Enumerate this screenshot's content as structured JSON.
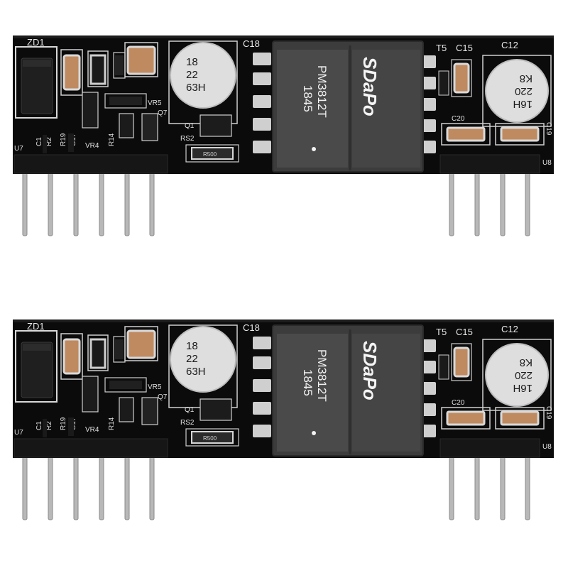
{
  "modules": [
    {
      "labels": {
        "zd1": "ZD1",
        "c18": "C18",
        "t5": "T5",
        "c15": "C15",
        "c12": "C12",
        "vr5": "VR5",
        "q7": "Q7",
        "q1": "Q1",
        "rs2": "RS2",
        "u7": "U7",
        "c1": "C1",
        "r2": "R2",
        "r19": "R19",
        "c17": "C17",
        "vr4": "VR4",
        "r14": "R14",
        "c20": "C20",
        "c19": "C19",
        "u8": "U8"
      },
      "cap_left": {
        "line1": "18",
        "line2": "22",
        "line3": "63H"
      },
      "cap_right": {
        "line1": "16H",
        "line2": "220",
        "line3": "K8"
      },
      "transformer": {
        "brand": "SDaPo",
        "model": "PM3812T",
        "date": "1845"
      },
      "resistor_code": "R500"
    },
    {
      "labels": {
        "zd1": "ZD1",
        "c18": "C18",
        "t5": "T5",
        "c15": "C15",
        "c12": "C12",
        "vr5": "VR5",
        "q7": "Q7",
        "q1": "Q1",
        "rs2": "RS2",
        "u7": "U7",
        "c1": "C1",
        "r2": "R2",
        "r19": "R19",
        "c17": "C17",
        "vr4": "VR4",
        "r14": "R14",
        "c20": "C20",
        "c19": "C19",
        "u8": "U8"
      },
      "cap_left": {
        "line1": "18",
        "line2": "22",
        "line3": "63H"
      },
      "cap_right": {
        "line1": "16H",
        "line2": "220",
        "line3": "K8"
      },
      "transformer": {
        "brand": "SDaPo",
        "model": "PM3812T",
        "date": "1845"
      },
      "resistor_code": "R500"
    }
  ],
  "colors": {
    "pcb": "#0b0b0b",
    "silk": "#e9e9e9",
    "pin": "#b5b5b5",
    "cap": "#d8d8d8",
    "ceramic": "#c08a60"
  }
}
